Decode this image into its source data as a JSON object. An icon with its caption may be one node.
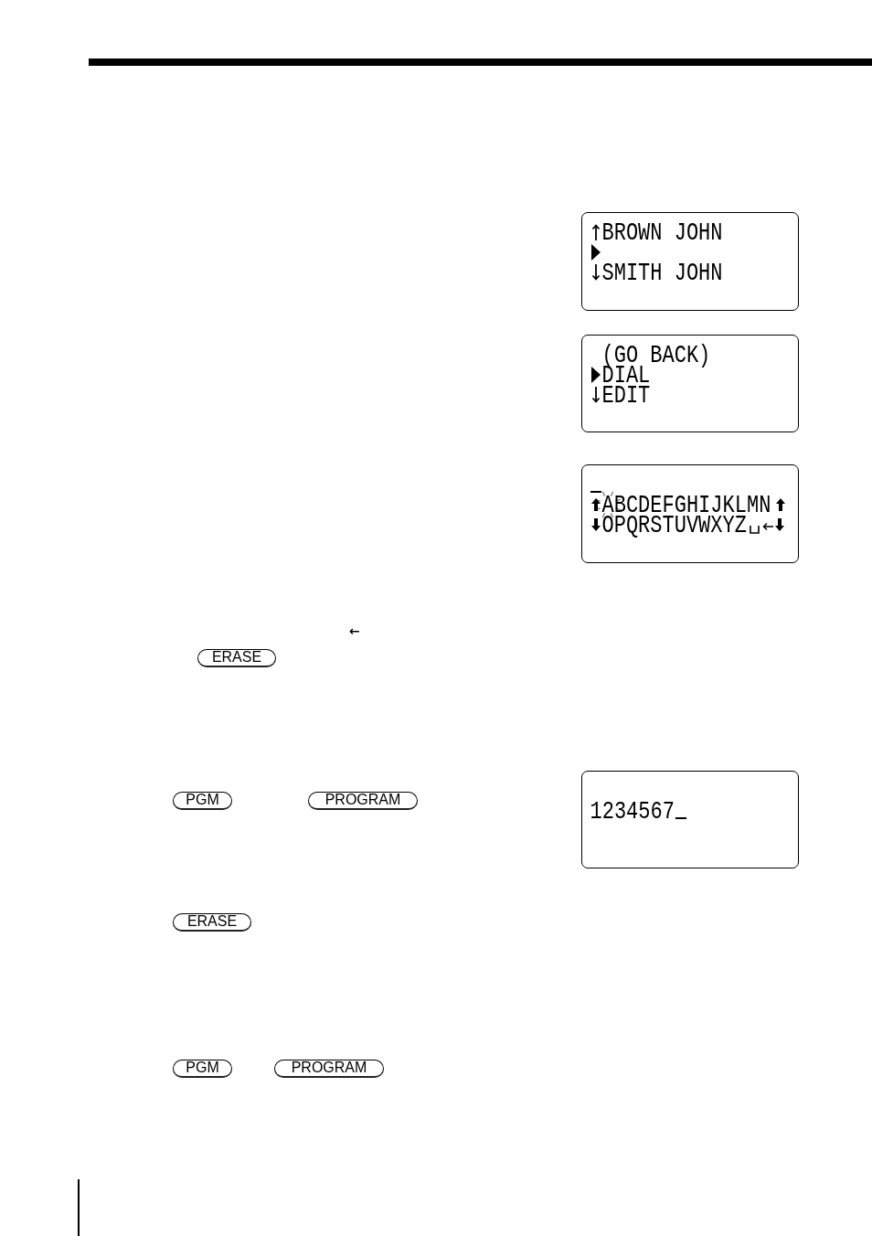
{
  "diagram": {
    "nodes": [
      {
        "text": [
          "BROWN JOHN",
          "SMITH JOHN"
        ]
      },
      {
        "text": [
          "(GO BACK)",
          "DIAL",
          "EDIT"
        ]
      },
      {
        "text": [
          "ABCDEFGHIJKLMN",
          "OPQRSTUVWXYZ"
        ]
      },
      {
        "text": [
          "ERASE"
        ]
      },
      {
        "text": [
          "PGM"
        ]
      },
      {
        "text": [
          "PROGRAM"
        ]
      },
      {
        "text": [
          "1234567"
        ]
      },
      {
        "text": [
          "ERASE"
        ]
      },
      {
        "text": [
          "PGM"
        ]
      },
      {
        "text": [
          "PROGRAM"
        ]
      }
    ],
    "labels": [
      "←"
    ]
  }
}
